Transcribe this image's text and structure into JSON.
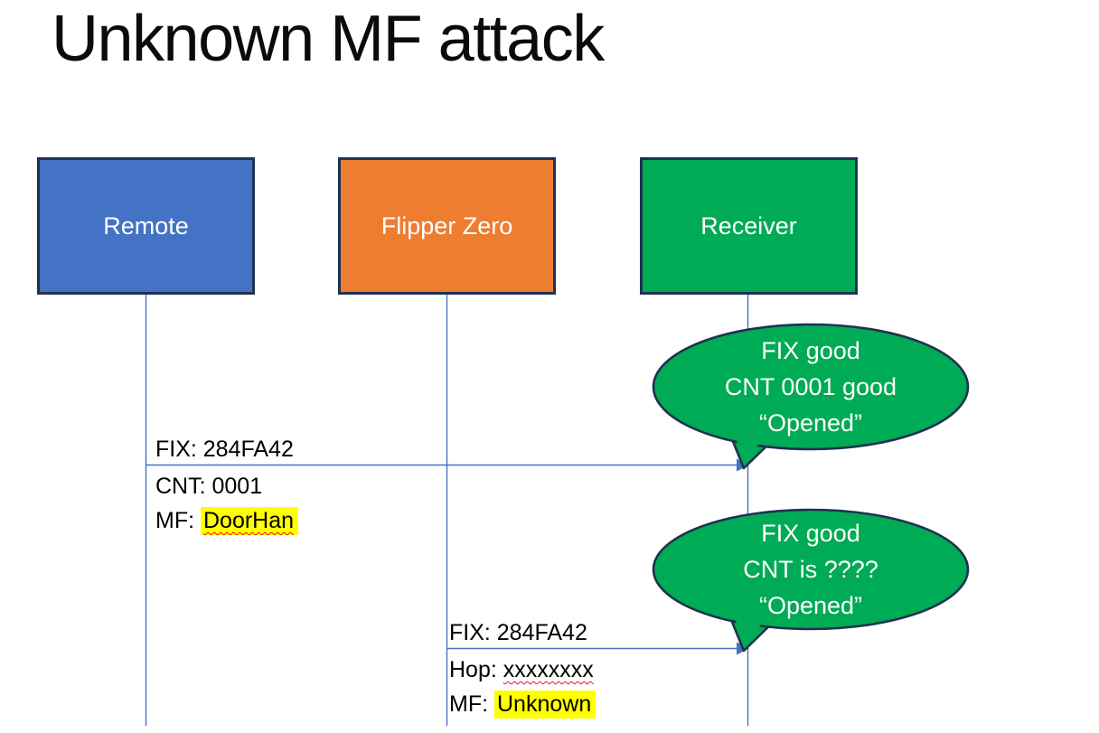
{
  "slide": {
    "title": "Unknown MF attack"
  },
  "actors": [
    {
      "id": "remote",
      "label": "Remote",
      "fill": "#4472C4"
    },
    {
      "id": "flipper-zero",
      "label": "Flipper Zero",
      "fill": "#ED7D31"
    },
    {
      "id": "receiver",
      "label": "Receiver",
      "fill": "#00AB55"
    }
  ],
  "messages": [
    {
      "from": "remote",
      "to": "receiver",
      "above": "FIX: 284FA42",
      "below": [
        {
          "prefix": "CNT: ",
          "value": "0001"
        },
        {
          "prefix": "MF: ",
          "value": "DoorHan",
          "highlight": true,
          "spellcheck_underline": true
        }
      ]
    },
    {
      "from": "flipper-zero",
      "to": "receiver",
      "above": "FIX: 284FA42",
      "below": [
        {
          "prefix": "Hop: ",
          "value": "xxxxxxxx",
          "spellcheck_underline": true
        },
        {
          "prefix": "MF: ",
          "value": "Unknown",
          "highlight": true
        }
      ]
    }
  ],
  "callouts": [
    {
      "lines": [
        "FIX good",
        "CNT 0001 good",
        "“Opened”"
      ]
    },
    {
      "lines": [
        "FIX good",
        "CNT is ????",
        "“Opened”"
      ]
    }
  ],
  "colors": {
    "actor_blue": "#4472C4",
    "actor_orange": "#ED7D31",
    "actor_green": "#00AB55",
    "shape_border_navy": "#1F3251",
    "line_blue": "#4472C4",
    "highlight_yellow": "#FFFF00",
    "squiggle_red": "#E8112D",
    "bubble_text": "#ffffff"
  }
}
